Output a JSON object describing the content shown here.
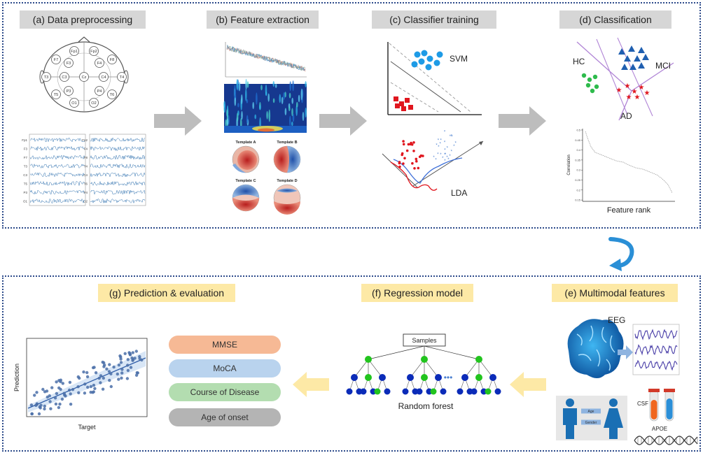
{
  "top_panels": {
    "a": "(a) Data preprocessing",
    "b": "(b) Feature extraction",
    "c": "(c) Classifier training",
    "d": "(d) Classification"
  },
  "bottom_panels": {
    "e": "(e) Multimodal features",
    "f": "(f) Regression model",
    "g": "(g) Prediction & evaluation"
  },
  "electrodes": [
    "Fp1",
    "Fp2",
    "F7",
    "F3",
    "F4",
    "F8",
    "T3",
    "C3",
    "Cz",
    "C4",
    "T4",
    "T5",
    "P3",
    "P4",
    "T6",
    "O1",
    "O2"
  ],
  "channels_left": [
    "Fp1",
    "F3",
    "F7",
    "T3",
    "C3",
    "T5",
    "P3",
    "O1"
  ],
  "channels_right": [
    "Fp2",
    "F4",
    "F8",
    "T4",
    "C4",
    "T6",
    "P4",
    "O2"
  ],
  "microstates": [
    "Template A",
    "Template B",
    "Template C",
    "Template D"
  ],
  "classifier": {
    "svm": "SVM",
    "lda": "LDA"
  },
  "classes": {
    "hc": "HC",
    "mci": "MCI",
    "ad": "AD"
  },
  "feature_rank": {
    "ylabel": "Correlation",
    "xlabel": "Feature rank",
    "ticks": [
      "0.5",
      "0.45",
      "0.4",
      "0.35",
      "0.3",
      "0.25",
      "0.2",
      "0.15"
    ]
  },
  "multimodal": {
    "eeg": "EEG",
    "csf": "CSF",
    "apoe": "APOE",
    "age": "Age",
    "gender": "Gender"
  },
  "regression": {
    "samples": "Samples",
    "ellipsis": "•••",
    "caption": "Random forest"
  },
  "outcomes": [
    {
      "label": "MMSE",
      "color": "#f6b995"
    },
    {
      "label": "MoCA",
      "color": "#b9d3ee"
    },
    {
      "label": "Course of Disease",
      "color": "#b3ddb0"
    },
    {
      "label": "Age of onset",
      "color": "#b4b4b4"
    }
  ],
  "scatter": {
    "xlabel": "Target",
    "ylabel": "Prediction"
  },
  "colors": {
    "frame": "#2c4a8a",
    "arrow_gray": "#bdbdbd",
    "arrow_yellow": "#fde9a6",
    "arrow_blue": "#2a8fd6"
  }
}
